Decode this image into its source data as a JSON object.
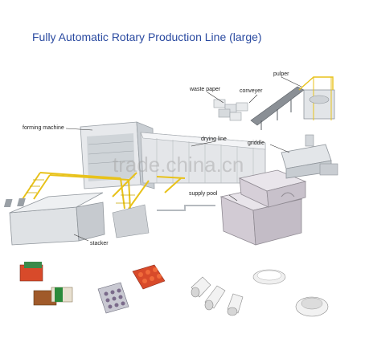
{
  "title": "Fully Automatic Rotary Production Line  (large)",
  "watermark": "trade.china.cn",
  "labels": {
    "forming_machine": "forming machine",
    "drying_line": "drying line",
    "waste_paper": "waste paper",
    "conveyer": "conveyer",
    "pulper": "pulper",
    "griddle": "griddle",
    "supply_pool": "supply pool",
    "stacker": "stacker"
  },
  "colors": {
    "title": "#2a4aa0",
    "machine_body": "#d8dce0",
    "rail_yellow": "#e8c21a",
    "egg_tray_red": "#d84a2a",
    "pool_grid": "#c8c0c8"
  }
}
